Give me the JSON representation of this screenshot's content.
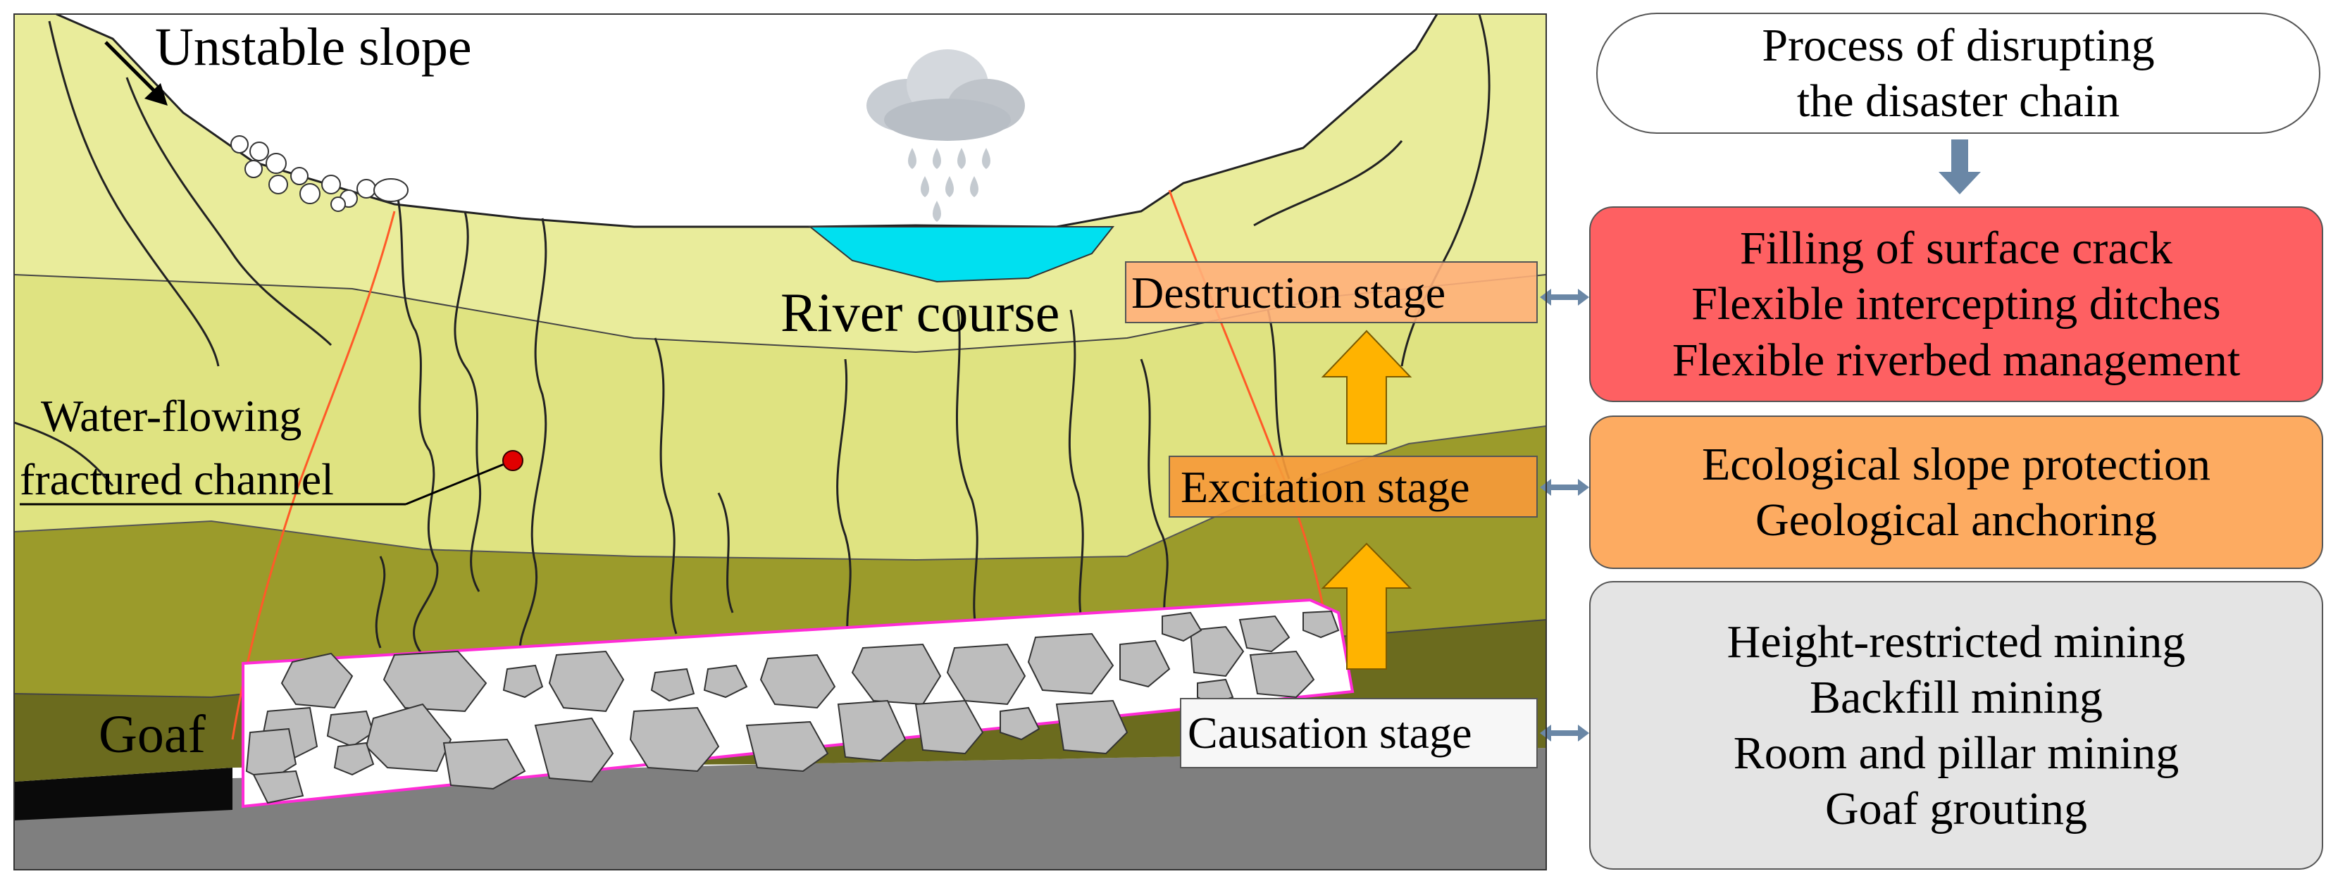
{
  "colors": {
    "destruction": "#fe6062",
    "excitation": "#fdab61",
    "causation": "#e4e4e4",
    "process": "#ffffff",
    "water": "#00e0f0",
    "upper_stratum": "#e9ec9a",
    "middle_stratum": "#dfe380",
    "lower_stratum": "#9a9a2a",
    "deep_stratum": "#6c6c1f",
    "bedrock": "#7f7f7f",
    "arrow": "#ffb300",
    "connector": "#6a87a6",
    "fracture_line": "#ff5a28",
    "goaf_outline": "#ff2bd6"
  },
  "scene": {
    "unstable_slope_label": "Unstable slope",
    "river_course_label": "River course",
    "water_flowing_label_line1": "Water-flowing",
    "water_flowing_label_line2": "fractured channel",
    "goaf_label": "Goaf",
    "icons": [
      "rain-cloud-icon",
      "slide-direction-arrow-icon"
    ]
  },
  "stages": {
    "destruction": "Destruction  stage",
    "excitation": "Excitation stage",
    "causation": "Causation stage"
  },
  "measures": {
    "process_title": [
      "Process of disrupting",
      "the disaster chain"
    ],
    "destruction": [
      "Filling of surface crack",
      "Flexible intercepting ditches",
      "Flexible  riverbed management"
    ],
    "excitation": [
      "Ecological slope protection",
      "Geological anchoring"
    ],
    "causation": [
      "Height-restricted mining",
      "Backfill mining",
      "Room and pillar mining",
      "Goaf grouting"
    ]
  }
}
